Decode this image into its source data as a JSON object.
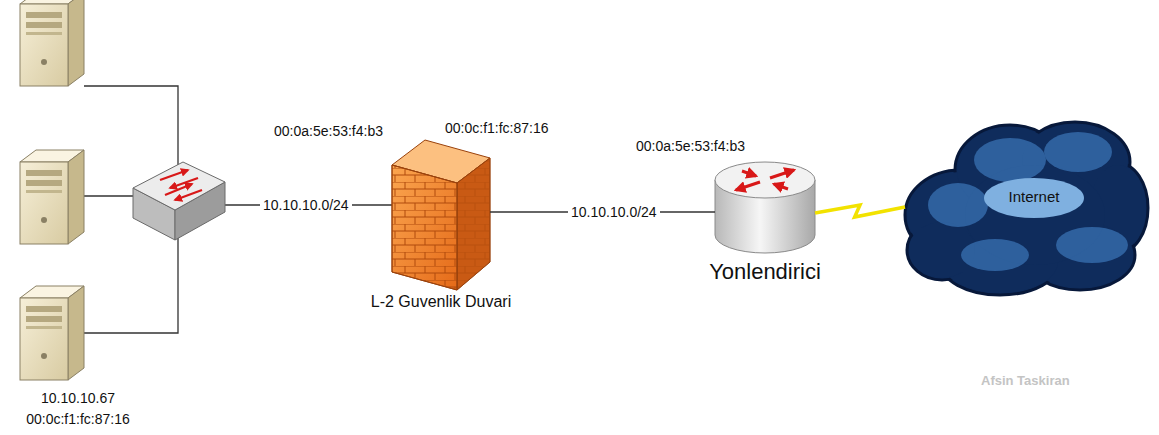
{
  "diagram": {
    "nodes": [
      {
        "text": [
          "10.10.10.67",
          "00:0c:f1:fc:87:16"
        ]
      },
      {
        "text": [
          "L-2 Guvenlik Duvari"
        ]
      },
      {
        "text": [
          "Yonlendirici"
        ]
      },
      {
        "text": [
          "Internet"
        ]
      }
    ],
    "edges": [
      {
        "from": 1,
        "to": 2,
        "label": "10.10.10.0/24",
        "arrow": "none"
      },
      {
        "from": 2,
        "to": 3,
        "arrow": "none"
      }
    ],
    "labels": [
      "00:0a:5e:53:f4:b3",
      "00:0c:f1:fc:87:16",
      "00:0a:5e:53:f4:b3",
      "10.10.10.0/24",
      "Afsin Taskiran"
    ]
  }
}
